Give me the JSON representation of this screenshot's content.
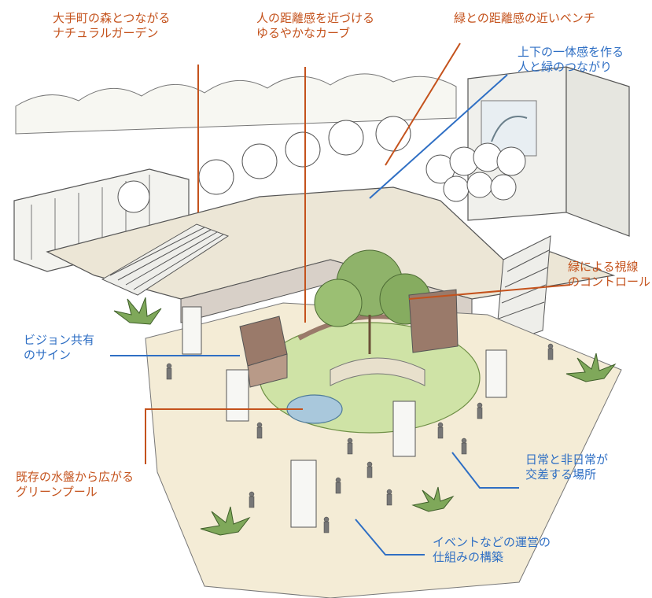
{
  "colors": {
    "orange_label": "#c4521c",
    "blue_label": "#2f6fc4",
    "ground": "#f4ecd6",
    "green_pool": "#cfe3a6",
    "tree": "#8fb36a",
    "stone": "#9a7a6a",
    "ink": "#555555"
  },
  "labels": {
    "forest_garden": {
      "line1": "大手町の森とつながる",
      "line2": "ナチュラルガーデン"
    },
    "gentle_curve": {
      "line1": "人の距離感を近づける",
      "line2": "ゆるやかなカーブ"
    },
    "bench": {
      "line1": "緑との距離感の近いベンチ"
    },
    "unity": {
      "line1": "上下の一体感を作る",
      "line2": "人と緑のつながり"
    },
    "sightline": {
      "line1": "緑による視線",
      "line2": "のコントロール"
    },
    "vision_sign": {
      "line1": "ビジョン共有",
      "line2": "のサイン"
    },
    "green_pool": {
      "line1": "既存の水盤から広がる",
      "line2": "グリーンプール"
    },
    "everyday": {
      "line1": "日常と非日常が",
      "line2": "交差する場所"
    },
    "event": {
      "line1": "イベントなどの運営の",
      "line2": "仕組みの構築"
    }
  }
}
